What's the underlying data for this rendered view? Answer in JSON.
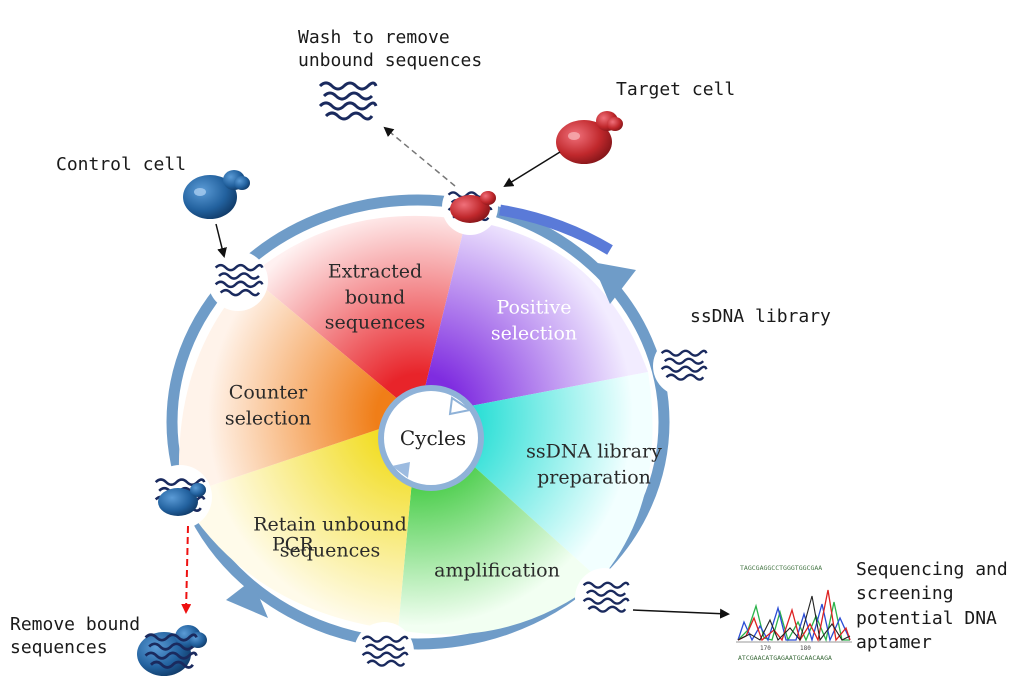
{
  "center_label": "Cycles",
  "segments": [
    {
      "id": "extracted",
      "lines": [
        "Extracted",
        "bound",
        "sequences"
      ]
    },
    {
      "id": "positive",
      "lines": [
        "Positive",
        "selection"
      ]
    },
    {
      "id": "ssdna_prep",
      "lines": [
        "ssDNA library",
        "preparation"
      ]
    },
    {
      "id": "pcr",
      "lines": [
        "PCR",
        "amplification"
      ]
    },
    {
      "id": "retain",
      "lines": [
        "Retain unbound",
        "sequences"
      ]
    },
    {
      "id": "counter",
      "lines": [
        "Counter",
        "selection"
      ]
    }
  ],
  "external_labels": {
    "wash": [
      "Wash to remove",
      "unbound sequences"
    ],
    "target": [
      "Target cell"
    ],
    "control": [
      "Control cell"
    ],
    "ssdna_library": [
      "ssDNA library"
    ],
    "remove_bound": [
      "Remove bound",
      "sequences"
    ],
    "sequencing": [
      "Sequencing and",
      "screening",
      "potential DNA",
      "aptamer"
    ]
  },
  "chromatogram": {
    "top_seq": "TAGCGAGGCCTGGGTGGCGAA",
    "ticks": [
      "170",
      "180"
    ],
    "bottom_seq": "ATCGAACATGAGAATGCAACAAGA"
  },
  "colors": {
    "ring": "#6f9cc8",
    "extracted": "#e8242a",
    "positive": "#7f2ce0",
    "ssdna_prep": "#18dcd2",
    "pcr": "#2cc42c",
    "retain": "#f2dd24",
    "counter": "#f07e18",
    "target_cell": "#c0282c",
    "control_cell": "#22619e",
    "dna": "#1a2a5e"
  }
}
